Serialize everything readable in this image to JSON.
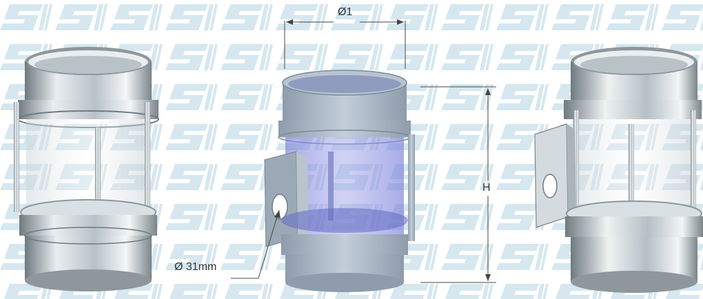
{
  "dimensions": {
    "diameter_top": "Ø1",
    "height": "H",
    "diameter_hole": "Ø 31mm"
  },
  "colors": {
    "background_pattern": "#cfe3ec",
    "steel_light": "#e9eef0",
    "steel_mid": "#b8c2c7",
    "steel_dark": "#6f7a80",
    "glass_blue": "#7a7fd8",
    "cad_gray": "#a9b6c2",
    "dimension_line": "#444444"
  },
  "products": [
    {
      "name": "sight-glass-plain",
      "view": "photo"
    },
    {
      "name": "sight-glass-cad",
      "view": "cad-drawing"
    },
    {
      "name": "sight-glass-with-bracket",
      "view": "photo"
    }
  ]
}
